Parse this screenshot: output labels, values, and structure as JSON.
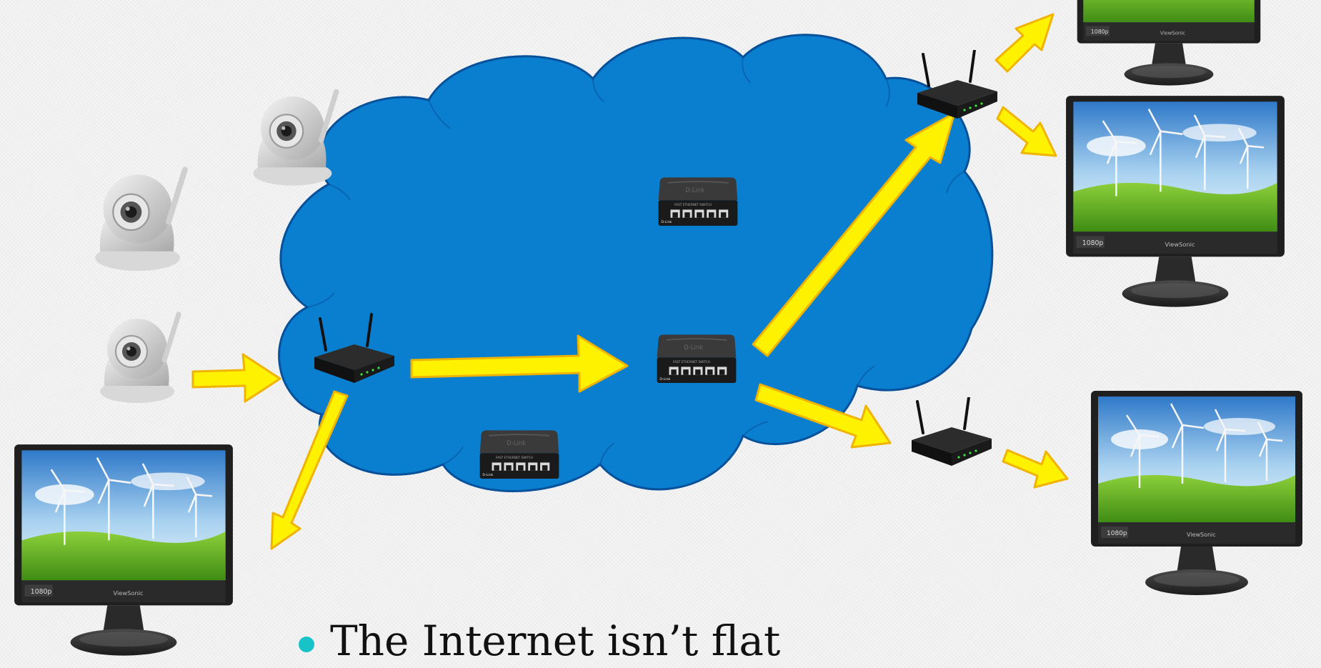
{
  "caption": {
    "text": "The Internet isn’t flat"
  },
  "colors": {
    "cloud_fill": "#0a7fcf",
    "cloud_stroke": "#07519b",
    "arrow_fill": "#fff200",
    "arrow_stroke": "#f0b400",
    "bullet": "#17c2c9"
  },
  "devices": {
    "switch_brand": "D-Link",
    "switch_label": "FAST ETHERNET SWITCH",
    "monitor_brand": "ViewSonic",
    "monitor_badge": "1080p"
  }
}
